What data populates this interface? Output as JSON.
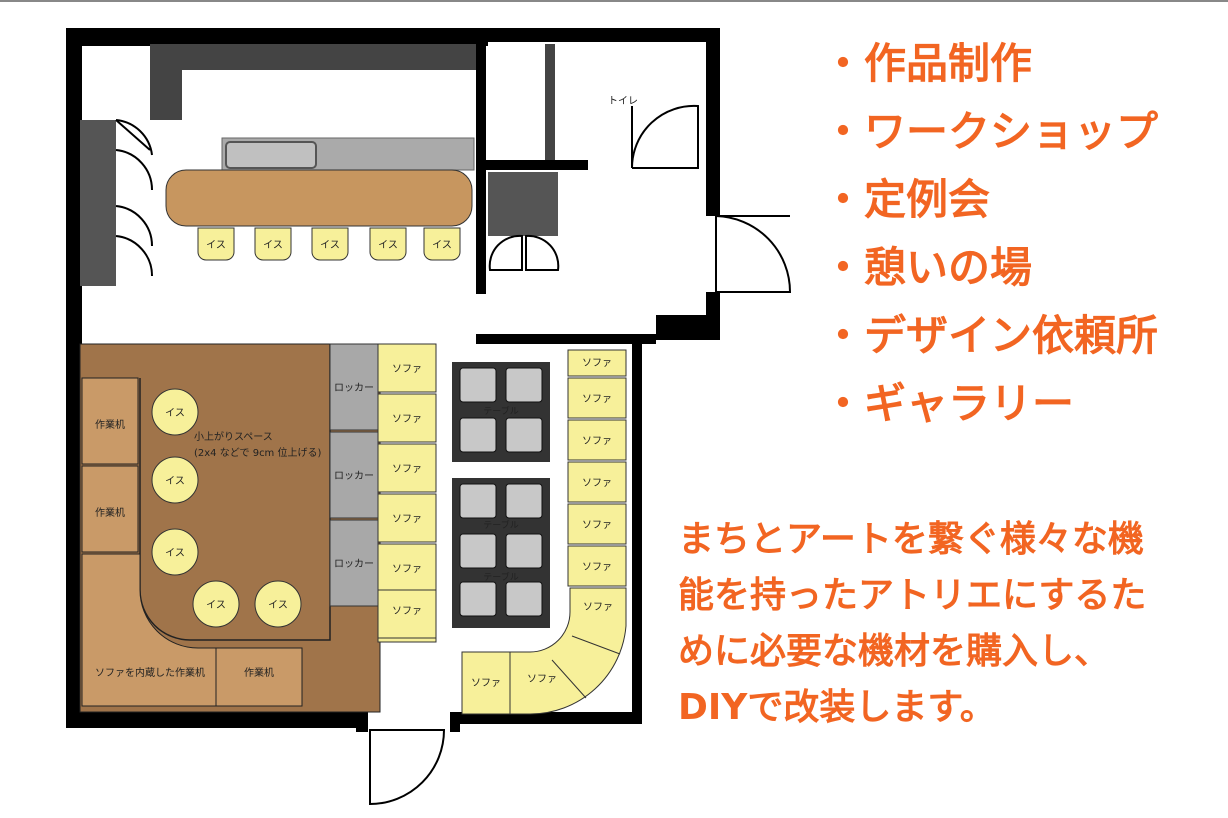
{
  "features": [
    "・作品制作",
    "・ワークショップ",
    "・定例会",
    "・憩いの場",
    "・デザイン依頼所",
    "・ギャラリー"
  ],
  "description_lines": [
    "まちとアートを繋ぐ様々な機",
    "能を持ったアトリエにするた",
    "めに必要な機材を購入し、",
    "DIYで改装します。"
  ],
  "plan": {
    "toilet": "トイレ",
    "chair": "イス",
    "sofa": "ソファ",
    "locker": "ロッカー",
    "table": "テーブル",
    "workdesk": "作業机",
    "sofa_workdesk": "ソファを内蔵した作業机",
    "raised_space": "小上がりスペース",
    "raised_space_note": "(2x4 などで 9cm 位上げる)"
  },
  "colors": {
    "accent": "#f26522",
    "wall": "#000000",
    "floor_wood": "#a0744a",
    "desk": "#c99a68",
    "sofa": "#f7f09a",
    "locker": "#a8a8a8",
    "counter": "#c7965f"
  }
}
